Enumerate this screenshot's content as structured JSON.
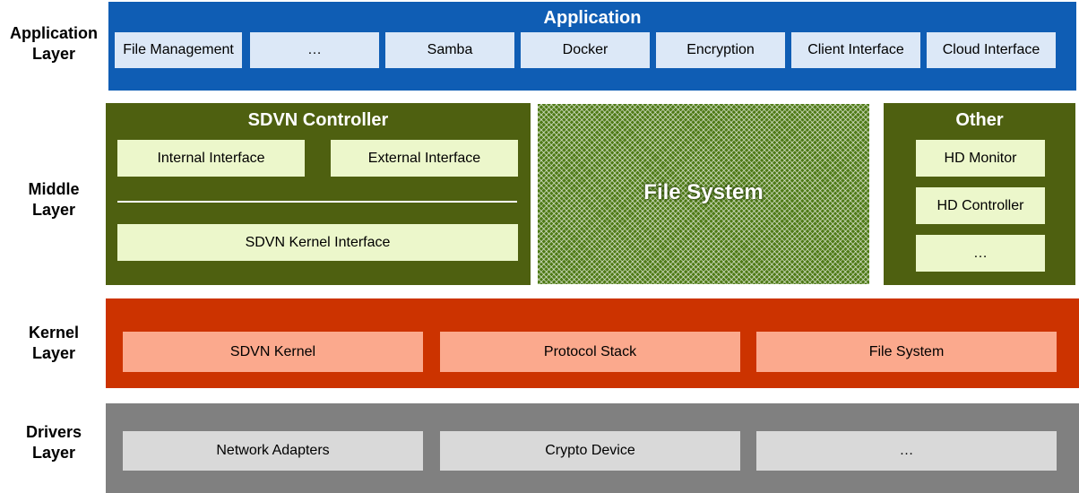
{
  "layers": {
    "application": [
      "Application",
      "Layer"
    ],
    "middle": [
      "Middle",
      "Layer"
    ],
    "kernel": [
      "Kernel",
      "Layer"
    ],
    "drivers": [
      "Drivers",
      "Layer"
    ]
  },
  "application": {
    "title": "Application",
    "items": [
      "File Management",
      "…",
      "Samba",
      "Docker",
      "Encryption",
      "Client Interface",
      "Cloud Interface"
    ]
  },
  "sdvn": {
    "title": "SDVN Controller",
    "internal": "Internal Interface",
    "external": "External Interface",
    "kernel_interface": "SDVN Kernel Interface"
  },
  "filesystem": {
    "title": "File System"
  },
  "other": {
    "title": "Other",
    "items": [
      "HD Monitor",
      "HD Controller",
      "…"
    ]
  },
  "kernel": {
    "items": [
      "SDVN Kernel",
      "Protocol Stack",
      "File System"
    ]
  },
  "drivers": {
    "items": [
      "Network Adapters",
      "Crypto Device",
      "…"
    ]
  },
  "colors": {
    "application": "#0f5db4",
    "middle": "#4e6010",
    "kernel": "#cc3300",
    "drivers": "#808080"
  }
}
